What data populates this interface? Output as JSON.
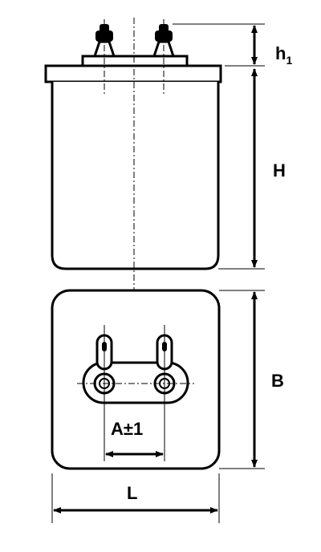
{
  "dimensions": {
    "h1": "h",
    "h1_subscript": "1",
    "H": "H",
    "B": "B",
    "A": "A±1",
    "L": "L"
  },
  "colors": {
    "stroke": "#000000",
    "background": "#ffffff"
  }
}
